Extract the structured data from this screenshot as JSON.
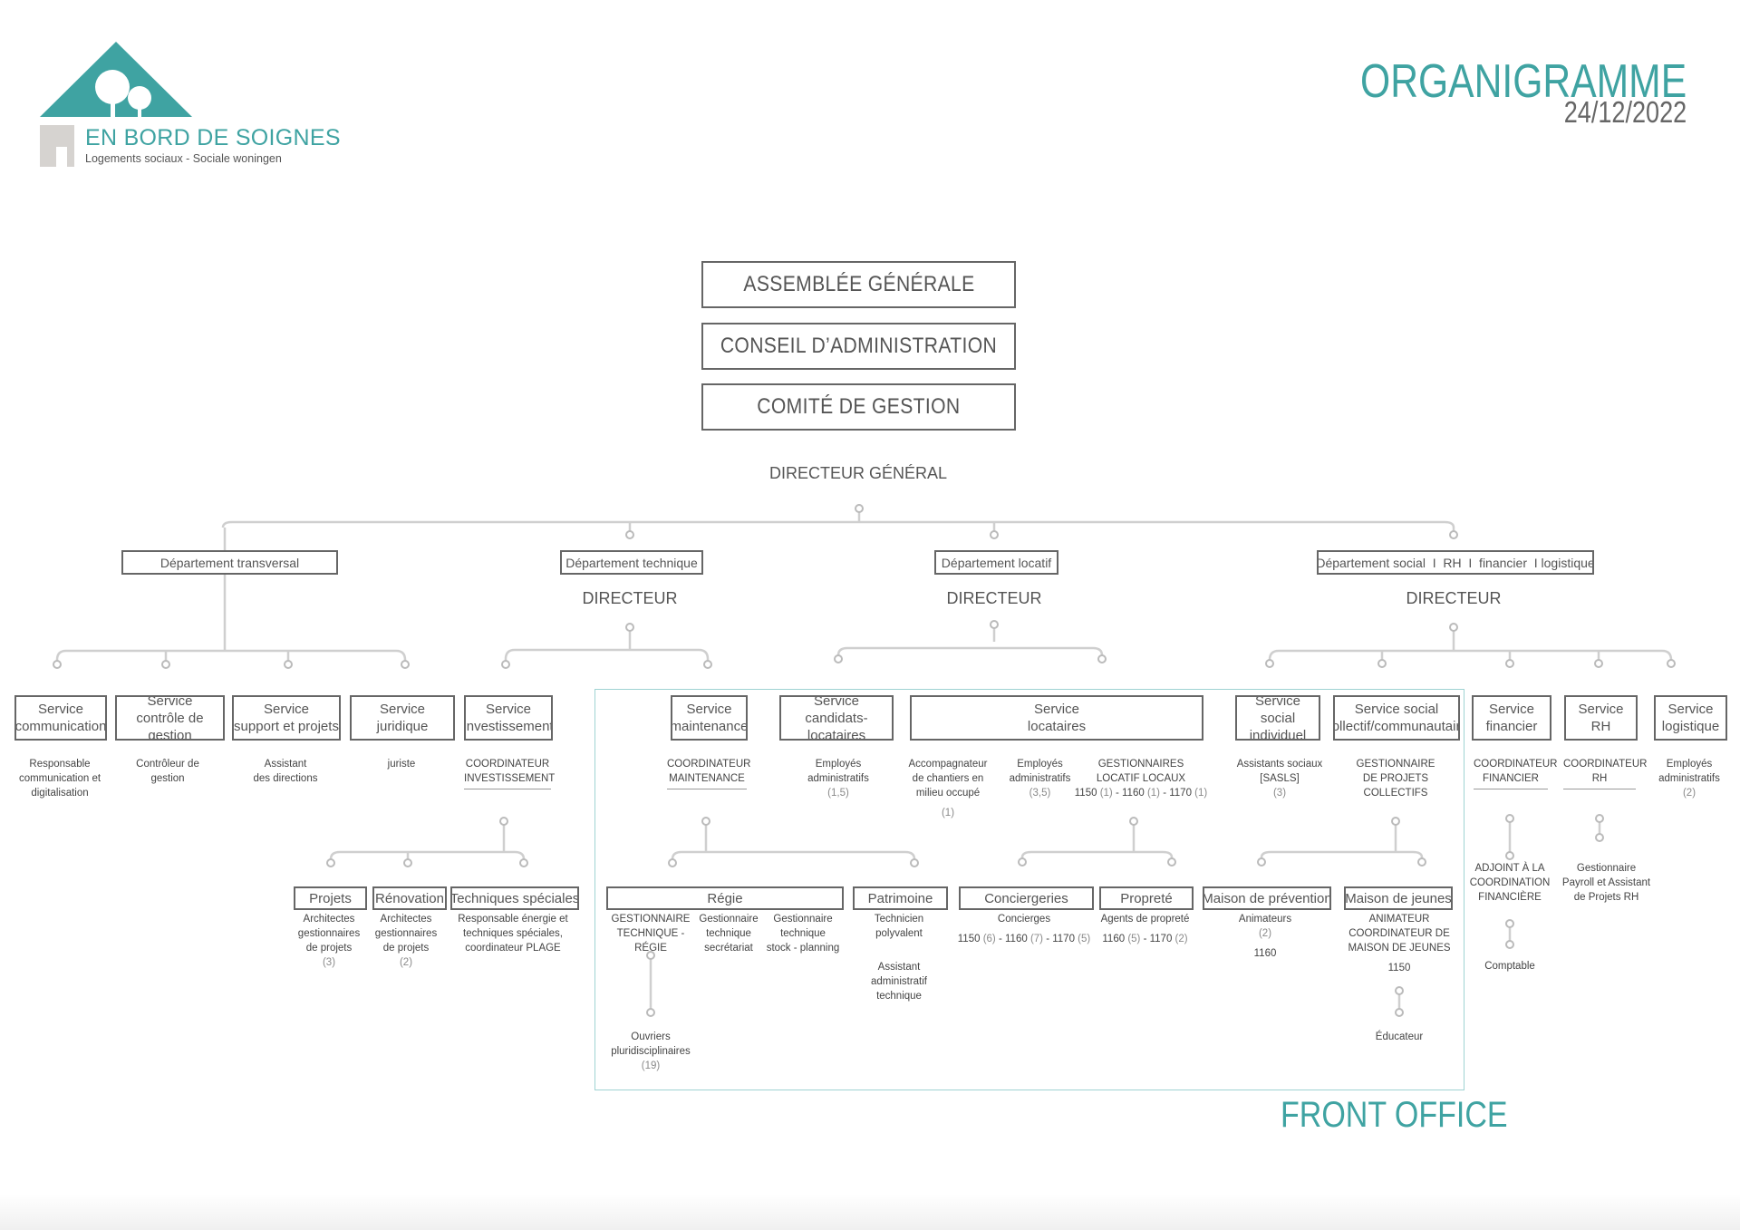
{
  "header": {
    "org_name": "EN BORD DE SOIGNES",
    "org_tagline": "Logements sociaux - Sociale woningen",
    "title": "ORGANIGRAMME",
    "date": "24/12/2022"
  },
  "governance": [
    "ASSEMBLÉE GÉNÉRALE",
    "CONSEIL D’ADMINISTRATION",
    "COMITÉ DE GESTION"
  ],
  "director_general": "DIRECTEUR GÉNÉRAL",
  "departments": {
    "transversal": "Département transversal",
    "technique": "Département technique",
    "locatif": "Département locatif",
    "social": "Département social  I  RH  I  financier  I logistique"
  },
  "director_label": "DIRECTEUR",
  "services": {
    "communication": [
      "Service",
      "communication"
    ],
    "controle": [
      "Service",
      "contrôle de gestion"
    ],
    "support": [
      "Service",
      "support et projets"
    ],
    "juridique": [
      "Service",
      "juridique"
    ],
    "investissement": [
      "Service",
      "investissement"
    ],
    "maintenance": [
      "Service",
      "maintenance"
    ],
    "candidats": [
      "Service",
      "candidats-locataires"
    ],
    "locataires": [
      "Service",
      "locataires"
    ],
    "social_indiv": [
      "Service social",
      "individuel"
    ],
    "social_coll": [
      "Service social",
      "collectif/communautaire"
    ],
    "financier": [
      "Service",
      "financier"
    ],
    "rh": [
      "Service",
      "RH"
    ],
    "logistique": [
      "Service",
      "logistique"
    ]
  },
  "roles": {
    "communication": [
      "Responsable",
      "communication et",
      "digitalisation"
    ],
    "controle": [
      "Contrôleur de",
      "gestion"
    ],
    "support": [
      "Assistant",
      "des directions"
    ],
    "juridique": [
      "juriste"
    ],
    "investissement": [
      "COORDINATEUR",
      "INVESTISSEMENT"
    ],
    "maintenance": [
      "COORDINATEUR",
      "MAINTENANCE"
    ],
    "candidats": [
      "Employés",
      "administratifs"
    ],
    "candidats_count": "(1,5)",
    "accompagnateur": [
      "Accompagnateur",
      "de chantiers en",
      "milieu occupé"
    ],
    "accompagnateur_count": "(1)",
    "employes_loc": [
      "Employés",
      "administratifs"
    ],
    "employes_loc_count": "(3,5)",
    "gestionnaires_loc": [
      "GESTIONNAIRES",
      "LOCATIF LOCAUX"
    ],
    "gestionnaires_loc_split": [
      "1150",
      "(1)",
      "1160",
      "(1)",
      "1170",
      "(1)"
    ],
    "assistants_sociaux": [
      "Assistants sociaux",
      "[SASLS]"
    ],
    "assistants_sociaux_count": "(3)",
    "gestionnaire_projets": [
      "GESTIONNAIRE",
      "DE PROJETS COLLECTIFS"
    ],
    "coord_financier": [
      "COORDINATEUR",
      "FINANCIER"
    ],
    "coord_rh": [
      "COORDINATEUR",
      "RH"
    ],
    "logistique_emp": [
      "Employés",
      "administratifs"
    ],
    "logistique_count": "(2)",
    "adjoint_fin": [
      "ADJOINT À LA",
      "COORDINATION",
      "FINANCIÈRE"
    ],
    "comptable": "Comptable",
    "gest_payroll": [
      "Gestionnaire",
      "Payroll et Assistant",
      "de Projets RH"
    ],
    "architectes_proj": [
      "Architectes",
      "gestionnaires",
      "de projets"
    ],
    "architectes_proj_count": "(3)",
    "architectes_renov": [
      "Architectes",
      "gestionnaires",
      "de projets"
    ],
    "architectes_renov_count": "(2)",
    "resp_energie": [
      "Responsable énergie et",
      "techniques spéciales,",
      "coordinateur PLAGE"
    ],
    "gest_regie": [
      "GESTIONNAIRE",
      "TECHNIQUE - RÉGIE"
    ],
    "gest_tech_secr": [
      "Gestionnaire",
      "technique",
      "secrétariat"
    ],
    "gest_tech_stock": [
      "Gestionnaire",
      "technique",
      "stock - planning"
    ],
    "ouvriers": [
      "Ouvriers",
      "pluridisciplinaires"
    ],
    "ouvriers_count": "(19)",
    "technicien": [
      "Technicien",
      "polyvalent"
    ],
    "assist_admin_tech": [
      "Assistant",
      "administratif",
      "technique"
    ],
    "concierges": "Concierges",
    "concierges_split": [
      "1150",
      "(6)",
      "1160",
      "(7)",
      "1170",
      "(5)"
    ],
    "agents_proprete": "Agents de propreté",
    "agents_split": [
      "1160",
      "(5)",
      "1170",
      "(2)"
    ],
    "animateurs": "Animateurs",
    "animateurs_count": "(2)",
    "animateurs_site": "1160",
    "anim_coord": [
      "ANIMATEUR",
      "COORDINATEUR DE",
      "MAISON DE JEUNES"
    ],
    "anim_coord_site": "1150",
    "educateur": "Éducateur"
  },
  "sub_units": {
    "projets": "Projets",
    "renovation": "Rénovation",
    "techniques_speciales": "Techniques spéciales",
    "regie": "Régie",
    "patrimoine": "Patrimoine",
    "conciergeries": "Conciergeries",
    "proprete": "Propreté",
    "maison_prevention": "Maison de prévention",
    "maison_jeunes": "Maison de jeunes"
  },
  "front_office": "FRONT OFFICE",
  "colors": {
    "accent": "#3fa3a2",
    "box_border": "#666666",
    "line": "#cccccc",
    "frame": "#9fd3d2"
  }
}
